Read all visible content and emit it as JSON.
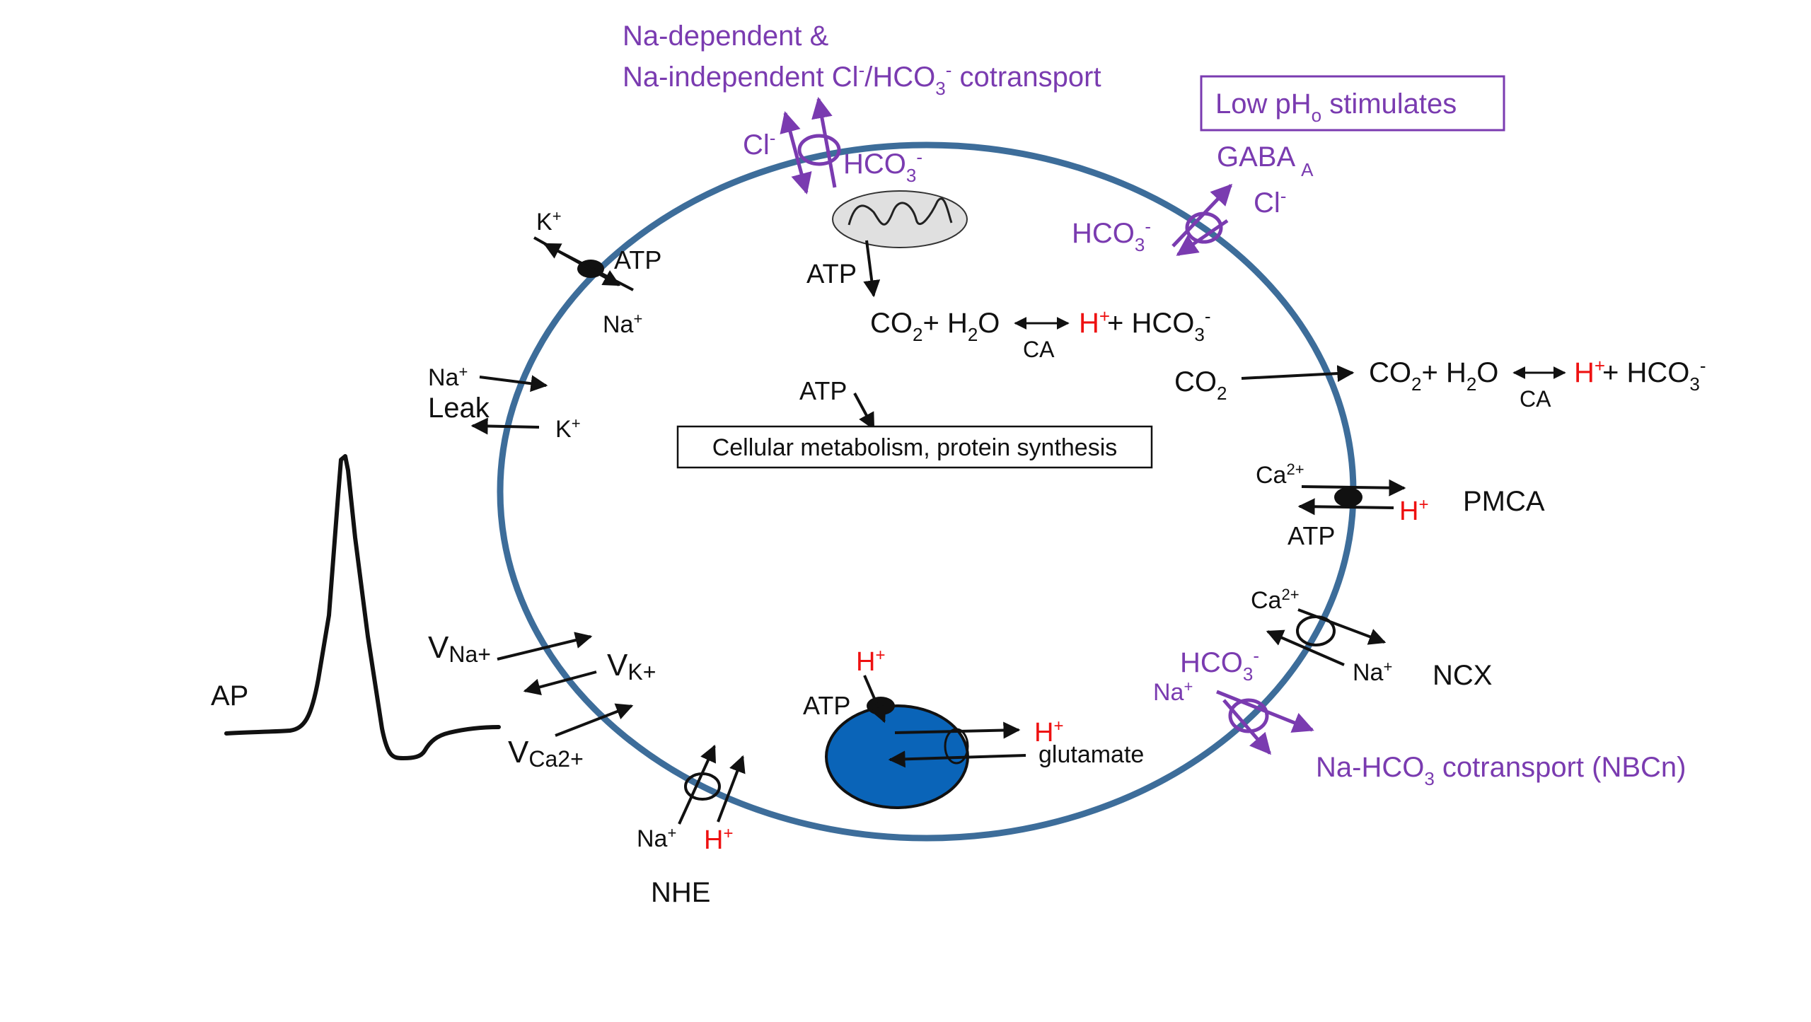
{
  "colors": {
    "membrane": "#3d6d9a",
    "transporter_purple": "#7a3bb0",
    "proton_red": "#ee1111",
    "vesicle_blue": "#0a64b8",
    "text_black": "#111111"
  },
  "top_cotransport": {
    "line1": "Na-dependent &",
    "line2_a": "Na-independent Cl",
    "line2_b": "-",
    "line2_c": "/HCO",
    "line2_d": "3",
    "line2_e": "-",
    "line2_f": " cotransport",
    "cl": "Cl",
    "cl_sup": "-",
    "hco3": "HCO",
    "hco3_sub": "3",
    "hco3_sup": "-"
  },
  "low_ph": {
    "text": "Low pH",
    "sub": "o",
    "text2": " stimulates"
  },
  "gaba": {
    "label": "GABA",
    "sub": "A",
    "cl": "Cl",
    "cl_sup": "-",
    "hco3": "HCO",
    "hco3_sub": "3",
    "hco3_sup": "-"
  },
  "nak_pump": {
    "k": "K",
    "k_sup": "+",
    "atp": "ATP",
    "na": "Na",
    "na_sup": "+"
  },
  "mito": {
    "atp": "ATP"
  },
  "internal_reaction": {
    "co2": "CO",
    "co2_sub": "2",
    "plus_h2o": "+ H",
    "h2o_sub": "2",
    "o": "O",
    "h": "H",
    "h_sup": "+",
    "plus_hco3": " + HCO",
    "hco3_sub": "3",
    "hco3_sup": "-",
    "ca": "CA"
  },
  "external_reaction": {
    "co2_out": "CO",
    "co2_out_sub": "2",
    "co2": "CO",
    "co2_sub": "2",
    "plus_h2o": "+ H",
    "h2o_sub": "2",
    "o": "O",
    "h": "H",
    "h_sup": "+",
    "plus_hco3": " + HCO",
    "hco3_sub": "3",
    "hco3_sup": "-",
    "ca": "CA"
  },
  "leak": {
    "na": "Na",
    "na_sup": "+",
    "label": "Leak",
    "k": "K",
    "k_sup": "+"
  },
  "metabolism": {
    "atp": "ATP",
    "box": "Cellular metabolism, protein synthesis"
  },
  "pmca": {
    "ca": "Ca",
    "ca_sup": "2+",
    "h": "H",
    "h_sup": "+",
    "atp": "ATP",
    "label": "PMCA"
  },
  "ncx": {
    "ca": "Ca",
    "ca_sup": "2+",
    "na": "Na",
    "na_sup": "+",
    "label": "NCX"
  },
  "nbcn": {
    "hco3": "HCO",
    "hco3_sub": "3",
    "hco3_sup": "-",
    "na": "Na",
    "na_sup": "+",
    "label": "Na-HCO",
    "label_sub": "3",
    "label_rest": " cotransport (NBCn)"
  },
  "vesicle": {
    "h_top": "H",
    "h_top_sup": "+",
    "atp": "ATP",
    "h_in": "H",
    "h_in_sup": "+",
    "glutamate": "glutamate"
  },
  "nhe": {
    "na": "Na",
    "na_sup": "+",
    "h": "H",
    "h_sup": "+",
    "label": "NHE"
  },
  "channels": {
    "vna": "V",
    "vna_sub": "Na+",
    "vk": "V",
    "vk_sub": "K+",
    "vca": "V",
    "vca_sub": "Ca2+"
  },
  "ap": {
    "label": "AP"
  }
}
